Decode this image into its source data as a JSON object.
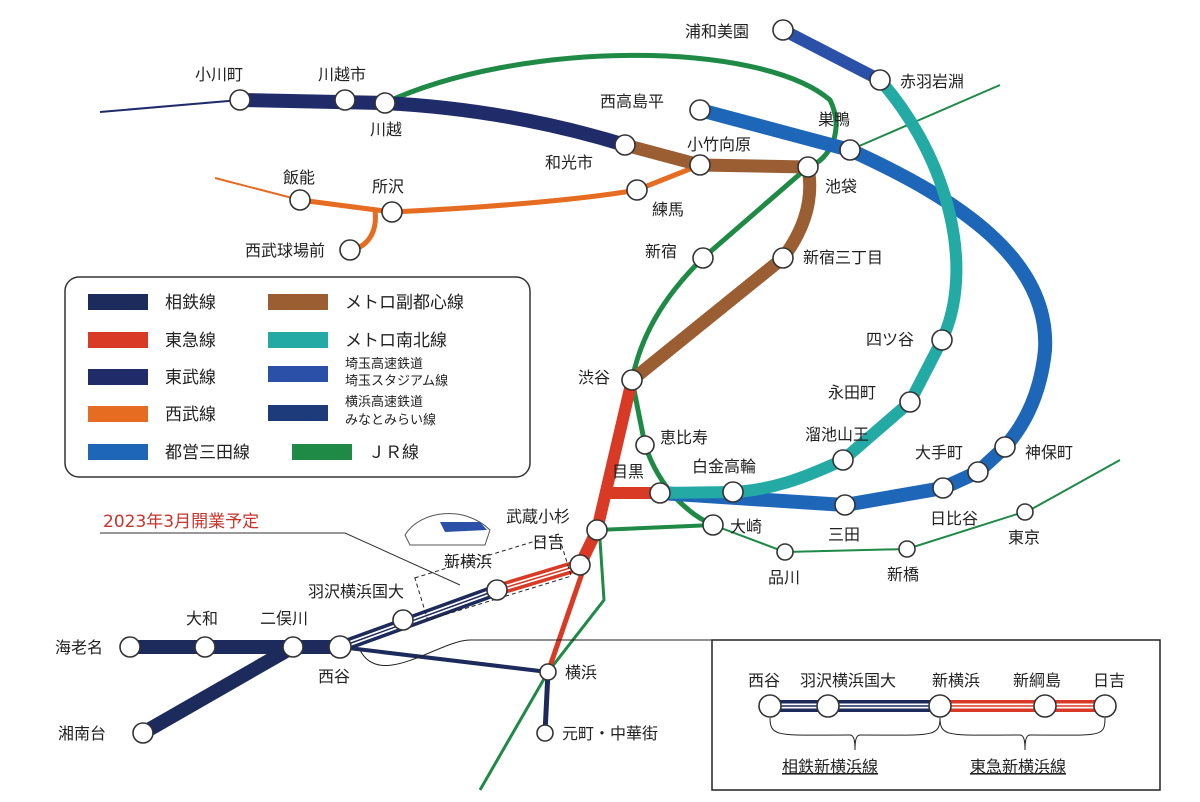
{
  "annotation": "2023年3月開業予定",
  "stations": {
    "ogawamachi": "小川町",
    "kawagoeshi": "川越市",
    "kawagoe": "川越",
    "wakoshi": "和光市",
    "kotakemukaihara": "小竹向原",
    "ikebukuro": "池袋",
    "nishitakashimadaira": "西高島平",
    "sugamo": "巣鴨",
    "urawamisono": "浦和美園",
    "akabaneiwabuchi": "赤羽岩淵",
    "hanno": "飯能",
    "tokorozawa": "所沢",
    "seibukyujomae": "西武球場前",
    "nerima": "練馬",
    "shinjuku": "新宿",
    "shinjukusanchome": "新宿三丁目",
    "shibuya": "渋谷",
    "ebisu": "恵比寿",
    "meguro": "目黒",
    "shirokanetakanawa": "白金高輪",
    "osaki": "大崎",
    "shinagawa": "品川",
    "shimbashi": "新橋",
    "tokyo": "東京",
    "yotsuya": "四ツ谷",
    "nagatacho": "永田町",
    "tameikesanno": "溜池山王",
    "otemachi": "大手町",
    "jimbocho": "神保町",
    "hibiya": "日比谷",
    "mita": "三田",
    "musashikosugi": "武蔵小杉",
    "hiyoshi": "日吉",
    "shinyokohama": "新横浜",
    "hazawa": "羽沢横浜国大",
    "nishiya": "西谷",
    "futamatagawa": "二俣川",
    "yamato": "大和",
    "ebina": "海老名",
    "shonandai": "湘南台",
    "yokohama": "横浜",
    "motomachi": "元町・中華街"
  },
  "legend": [
    {
      "label": "相鉄線",
      "color": "#1c2a5c"
    },
    {
      "label": "東急線",
      "color": "#d83a25"
    },
    {
      "label": "東武線",
      "color": "#202c6a"
    },
    {
      "label": "西武線",
      "color": "#e66c22"
    },
    {
      "label": "都営三田線",
      "color": "#1d66b8"
    },
    {
      "label": "メトロ副都心線",
      "color": "#9a5e32"
    },
    {
      "label": "メトロ南北線",
      "color": "#24aaa4"
    },
    {
      "label_1": "埼玉高速鉄道",
      "label_2": "埼玉スタジアム線",
      "color": "#2a50a8"
    },
    {
      "label_1": "横浜高速鉄道",
      "label_2": "みなとみらい線",
      "color": "#1d3a7a"
    },
    {
      "label": "ＪＲ線",
      "color": "#1e8a46"
    }
  ],
  "inset": {
    "stations": [
      "西谷",
      "羽沢横浜国大",
      "新横浜",
      "新綱島",
      "日吉"
    ],
    "line_sotetsu": "相鉄新横浜線",
    "line_tokyu": "東急新横浜線"
  }
}
